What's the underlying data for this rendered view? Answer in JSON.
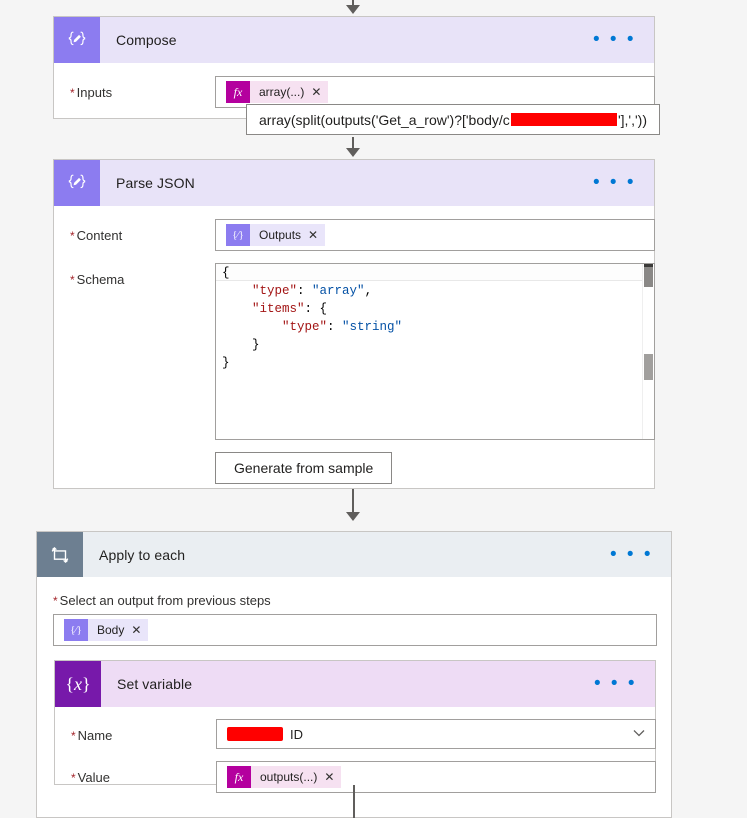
{
  "theme": {
    "page_background": "#f5f5f5",
    "compose_header_bg": "#e8e3f8",
    "loop_header_bg": "#eaeef2",
    "setvar_header_bg": "#eedcf5",
    "icon_purple": "#8c7cf0",
    "icon_slate": "#6d7f91",
    "icon_violet": "#7719aa",
    "accent_blue": "#0078d4",
    "required_red": "#a4262c",
    "redaction_red": "#ff0000",
    "json_key_color": "#a31515",
    "json_value_color": "#0451a5"
  },
  "compose": {
    "title": "Compose",
    "icon": "compose-braces-pen-icon",
    "menu": "• • •",
    "inputs_label": "Inputs",
    "inputs_required": "*",
    "token": {
      "icon_label": "fx",
      "text": "array(...)",
      "remove": "✕"
    }
  },
  "expression_tooltip": {
    "prefix": "array(split(outputs('Get_a_row')?['body/c",
    "redacted": true,
    "suffix": "'],','))"
  },
  "parse_json": {
    "title": "Parse JSON",
    "icon": "parse-json-braces-pen-icon",
    "menu": "• • •",
    "content_label": "Content",
    "content_required": "*",
    "content_token": {
      "icon_label": "{⁄}",
      "text": "Outputs",
      "remove": "✕"
    },
    "schema_label": "Schema",
    "schema_required": "*",
    "schema_lines": [
      {
        "indent": 0,
        "text": "{"
      },
      {
        "indent": 1,
        "key": "\"type\"",
        "value": "\"array\"",
        "trail": ","
      },
      {
        "indent": 1,
        "key": "\"items\"",
        "value": "{",
        "trail": ""
      },
      {
        "indent": 2,
        "key": "\"type\"",
        "value": "\"string\"",
        "trail": ""
      },
      {
        "indent": 1,
        "text": "}"
      },
      {
        "indent": 0,
        "text": "}"
      }
    ],
    "generate_button": "Generate from sample"
  },
  "apply_to_each": {
    "title": "Apply to each",
    "icon": "loop-repeat-icon",
    "menu": "• • •",
    "select_label": "Select an output from previous steps",
    "select_required": "*",
    "token": {
      "icon_label": "{⁄}",
      "text": "Body",
      "remove": "✕"
    }
  },
  "set_variable": {
    "title": "Set variable",
    "icon": "set-variable-braces-x-icon",
    "menu": "• • •",
    "name_label": "Name",
    "name_required": "*",
    "name_value_suffix": "ID",
    "name_redacted": true,
    "caret": "⌄",
    "value_label": "Value",
    "value_required": "*",
    "value_token": {
      "icon_label": "fx",
      "text": "outputs(...)",
      "remove": "✕"
    }
  }
}
